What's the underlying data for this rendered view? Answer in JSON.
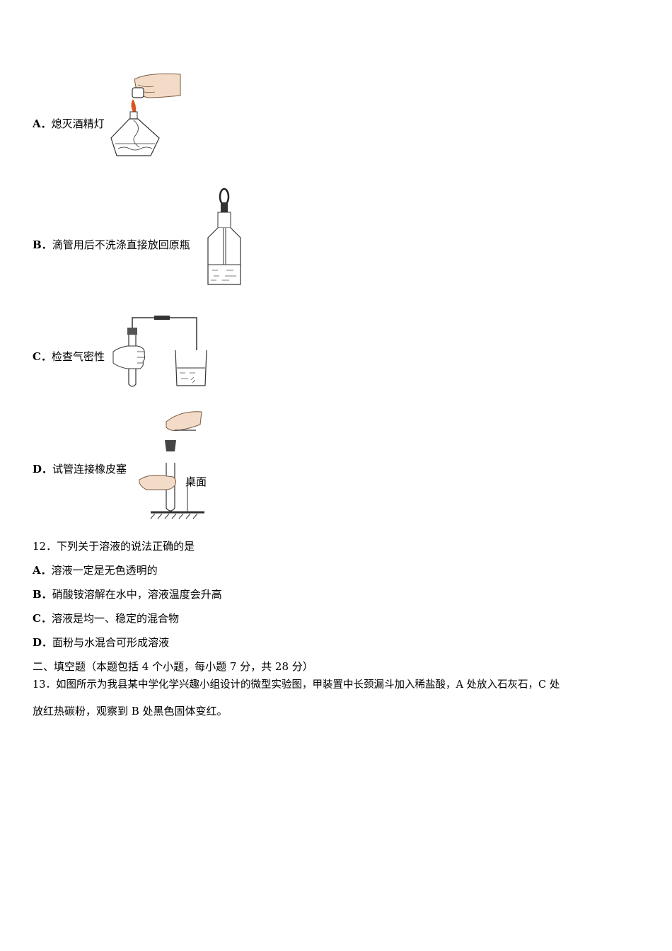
{
  "q11_options": [
    {
      "label": "A．",
      "text": "熄灭酒精灯"
    },
    {
      "label": "B．",
      "text": "滴管用后不洗涤直接放回原瓶"
    },
    {
      "label": "C．",
      "text": "检查气密性"
    },
    {
      "label": "D．",
      "text": "试管连接橡皮塞"
    }
  ],
  "figure_d_label": "桌面",
  "q12": {
    "stem": "12．下列关于溶液的说法正确的是",
    "options": [
      {
        "label": "A．",
        "text": "溶液一定是无色透明的"
      },
      {
        "label": "B．",
        "text": "硝酸铵溶解在水中，溶液温度会升高"
      },
      {
        "label": "C．",
        "text": "溶液是均一、稳定的混合物"
      },
      {
        "label": "D．",
        "text": "面粉与水混合可形成溶液"
      }
    ]
  },
  "section2": {
    "heading": "二、填空题（本题包括 4 个小题，每小题 7 分，共 28 分）"
  },
  "q13": {
    "line1": "13．如图所示为我县某中学化学兴趣小组设计的微型实验图，甲装置中长颈漏斗加入稀盐酸，A 处放入石灰石，C 处",
    "line2": "放红热碳粉，观察到 B 处黑色固体变红。"
  },
  "colors": {
    "text": "#000000",
    "flame": "#d9531e",
    "hand": "#f2dcc8"
  }
}
